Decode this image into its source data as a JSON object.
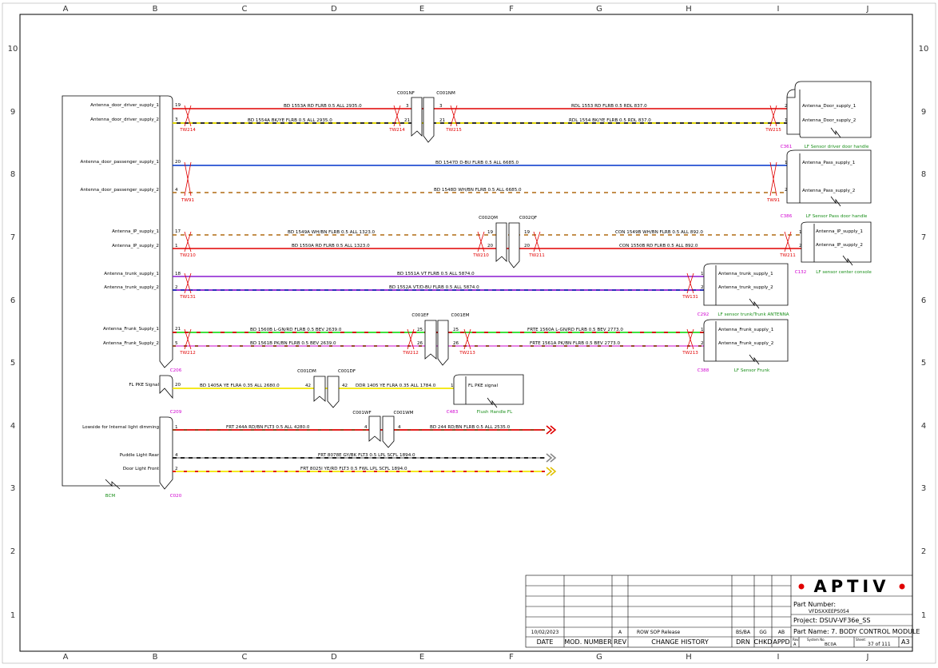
{
  "frame": {
    "columns": [
      "A",
      "B",
      "C",
      "D",
      "E",
      "F",
      "G",
      "H",
      "I",
      "J"
    ],
    "rows": [
      "10",
      "9",
      "8",
      "7",
      "6",
      "5",
      "4",
      "3",
      "2",
      "1"
    ]
  },
  "bcm": {
    "name": "BCM",
    "signals": [
      "Antenna_door_driver_supply_1",
      "Antenna_door_driver_supply_2",
      "Antenna_door_passenger_supply_1",
      "Antenna_door_passenger_supply_2",
      "Antenna_IP_supply_1",
      "Antenna_IP_supply_2",
      "Antenna_trunk_supply_1",
      "Antenna_trunk_supply_2",
      "Antenna_Frunk_Supply_1",
      "Antenna_Frunk_Supply_2",
      "FL PKE Signal",
      "Lowside for Internal light dimming",
      "Puddle Light Rear",
      "Door Light Front"
    ],
    "connectors": [
      "C206",
      "C209",
      "C020"
    ],
    "pins": [
      "19",
      "3",
      "20",
      "4",
      "17",
      "1",
      "18",
      "2",
      "21",
      "5",
      "20",
      "1",
      "4",
      "2"
    ]
  },
  "wires": [
    {
      "labels": [
        "BD 1553A RD FLRB 0.5 ALL 2935.0",
        "RDL 1553 RD FLRB 0.5 RDL 837.0"
      ],
      "color": "#e00000",
      "stripe": "",
      "pins": [
        "3",
        "3",
        "2"
      ]
    },
    {
      "labels": [
        "BD 1554A BK/YE FLRB 0.5 ALL 2935.0",
        "RDL 1554 BK/YE FLRB 0.5 RDL 837.0"
      ],
      "color": "#111111",
      "stripe": "#f2e600",
      "pins": [
        "21",
        "21",
        "1"
      ]
    },
    {
      "labels": [
        "BD 1547D D-BU FLRB 0.5 ALL 6685.0"
      ],
      "color": "#0033cc",
      "stripe": "",
      "pins": [
        "1"
      ]
    },
    {
      "labels": [
        "BD 1548D WH/BN FLRB 0.5 ALL 6685.0"
      ],
      "color": "#b06a10",
      "stripe": "#ffffff",
      "pins": [
        "2"
      ]
    },
    {
      "labels": [
        "BD 1549A WH/BN FLRB 0.5 ALL 1323.0",
        "CON 1549B WH/BN FLRB 0.5 ALL 892.0"
      ],
      "color": "#b06a10",
      "stripe": "#ffffff",
      "pins": [
        "19",
        "19",
        "1"
      ]
    },
    {
      "labels": [
        "BD 1550A RD FLRB 0.5 ALL 1323.0",
        "CON 1550B RD FLRB 0.5 ALL 892.0"
      ],
      "color": "#e00000",
      "stripe": "",
      "pins": [
        "20",
        "20",
        "2"
      ]
    },
    {
      "labels": [
        "BD 1551A VT FLRB 0.5 ALL 5874.0"
      ],
      "color": "#8a1ad0",
      "stripe": "",
      "pins": [
        "1"
      ]
    },
    {
      "labels": [
        "BD 1552A VT/D-BU FLRB 0.5 ALL 5874.0"
      ],
      "color": "#8a1ad0",
      "stripe": "#1a2fb0",
      "pins": [
        "2"
      ]
    },
    {
      "labels": [
        "BD 1560B L-GN/RD FLRB 0.5 BEV 2639.0",
        "FRTE 1560A L-GN/RD FLRB 0.5 BEV 2773.0"
      ],
      "color": "#22dd22",
      "stripe": "#e00000",
      "pins": [
        "25",
        "25",
        "1"
      ]
    },
    {
      "labels": [
        "BD 1561B PK/BN FLRB 0.5 BEV 2639.0",
        "FRTE 1561A PK/BN FLRB 0.5 BEV 2773.0"
      ],
      "color": "#e070e0",
      "stripe": "#8b4513",
      "pins": [
        "26",
        "26",
        "2"
      ]
    },
    {
      "labels": [
        "BD 1405A YE FLRA 0.35 ALL 2680.0",
        "DDR 1405 YE FLRA 0.35 ALL 1784.0"
      ],
      "color": "#f2e600",
      "stripe": "",
      "pins": [
        "42",
        "42",
        "1"
      ]
    },
    {
      "labels": [
        "FRT 244A RD/BN FLT3 0.5 ALL 4280.0",
        "BD 244 RD/BN FLRB 0.5 ALL 2535.0"
      ],
      "color": "#e00000",
      "stripe": "#8b4513",
      "pins": [
        "4",
        "4"
      ]
    },
    {
      "labels": [
        "FRT 8078E GY/BK FLT3 0.5 LPL SCFL 1894.0"
      ],
      "color": "#999999",
      "stripe": "#111111",
      "pins": []
    },
    {
      "labels": [
        "FRT 8025I YE/RD FLT3 0.5 FWL LPL SCFL 1894.0"
      ],
      "color": "#f2e600",
      "stripe": "#e00000",
      "pins": []
    }
  ],
  "twists": [
    "TW214",
    "TW214",
    "TW215",
    "TW215",
    "TW91",
    "TW91",
    "TW210",
    "TW210",
    "TW211",
    "TW211",
    "TW131",
    "TW131",
    "TW212",
    "TW212",
    "TW213",
    "TW213"
  ],
  "inline_connectors": [
    "C001NF",
    "C001NM",
    "C002QM",
    "C002QF",
    "C001EF",
    "C001EM",
    "C001DM",
    "C001DF",
    "C001WF",
    "C001WM"
  ],
  "components": [
    {
      "pins": [
        "Antenna_Door_supply_1",
        "Antenna_Door_supply_2"
      ],
      "connector": "C361",
      "name": "LF Sensor driver door handle"
    },
    {
      "pins": [
        "Antenna_Pass_supply_1",
        "Antenna_Pass_supply_2"
      ],
      "connector": "C386",
      "name": "LF Sensor Pass door handle"
    },
    {
      "pins": [
        "Antenna_IP_supply_1",
        "Antenna_IP_supply_2"
      ],
      "connector": "C132",
      "name": "LF sensor center console"
    },
    {
      "pins": [
        "Antenna_trunk_supply_1",
        "Antenna_trunk_supply_2"
      ],
      "connector": "C292",
      "name": "LF sensor trunk/Trunk ANTENNA"
    },
    {
      "pins": [
        "Antenna_Frunk_supply_1",
        "Antenna_Frunk_supply_2"
      ],
      "connector": "C388",
      "name": "LF Sensor Frunk"
    },
    {
      "pins": [
        "FL PKE signal"
      ],
      "connector": "C483",
      "name": "Flush Handle FL"
    }
  ],
  "title_block": {
    "logo": "APTIV",
    "part_number_label": "Part Number:",
    "part_number": "VFDSXXEEPS054",
    "project": "Project: DSUV-VF36e_SS",
    "part_name": "Part Name: 7. BODY CONTROL MODULE",
    "rev_label": "Rev:",
    "rev": "A",
    "system_no_label": "System No.",
    "system_no": "BC0A",
    "sheet_label": "Sheet:",
    "sheet": "37 of 111",
    "size": "A3",
    "history": {
      "date": "10/02/2023",
      "rev": "A",
      "change": "ROW SOP Release",
      "drn": "BS/BA",
      "chkd": "GG",
      "appd": "AB"
    },
    "headers": [
      "DATE",
      "MOD. NUMBER",
      "REV",
      "CHANGE HISTORY",
      "DRN",
      "CHKD",
      "APPD"
    ]
  }
}
